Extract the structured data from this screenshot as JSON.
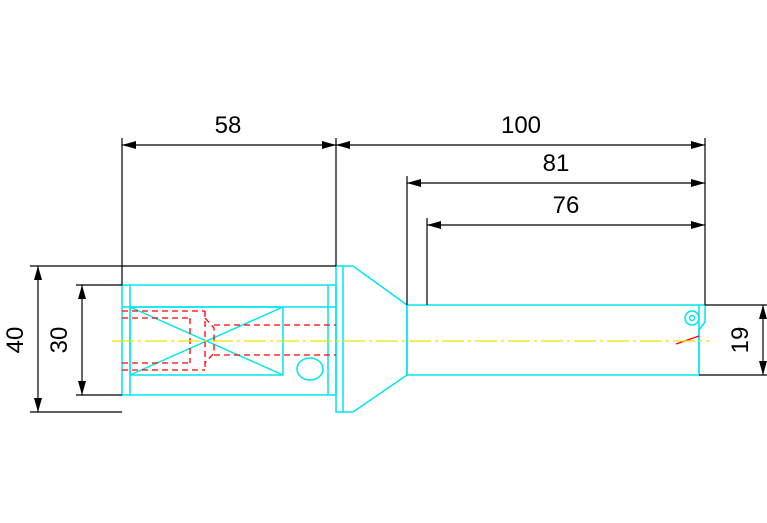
{
  "drawing": {
    "colors": {
      "outline": "#00e5ee",
      "dimension": "#000000",
      "hidden_lines": "#ff0000",
      "center_line": "#e6e600",
      "background": "#ffffff"
    },
    "dimensions": {
      "dim_58": "58",
      "dim_100": "100",
      "dim_81": "81",
      "dim_76": "76",
      "dim_40": "40",
      "dim_30": "30",
      "dim_19": "19"
    }
  }
}
